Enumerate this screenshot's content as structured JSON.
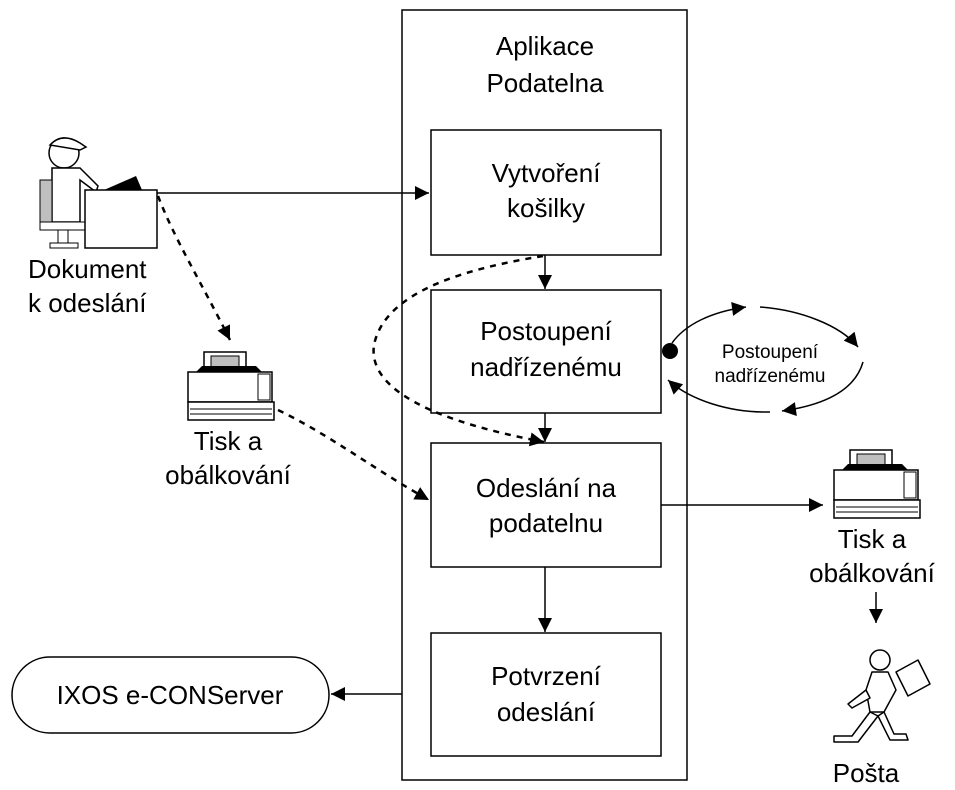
{
  "app_box": {
    "title_line1": "Aplikace",
    "title_line2": "Podatelna"
  },
  "steps": [
    {
      "line1": "Vytvoření",
      "line2": "košilky"
    },
    {
      "line1": "Postoupení",
      "line2": "nadřízenému"
    },
    {
      "line1": "Odeslání na",
      "line2": "podatelnu"
    },
    {
      "line1": "Potvrzení",
      "line2": "odeslání"
    }
  ],
  "actors": {
    "document": {
      "line1": "Dokument",
      "line2": "k odeslání",
      "icon": "person-at-computer-icon"
    },
    "print_left": {
      "line1": "Tisk a",
      "line2": "obálkování",
      "icon": "printer-icon"
    },
    "print_right": {
      "line1": "Tisk a",
      "line2": "obálkování",
      "icon": "printer-icon"
    },
    "post": {
      "label": "Pošta",
      "icon": "running-mailman-icon"
    }
  },
  "loop": {
    "line1": "Postoupení",
    "line2": "nadřízenému"
  },
  "server": {
    "label": "IXOS e-CONServer"
  }
}
